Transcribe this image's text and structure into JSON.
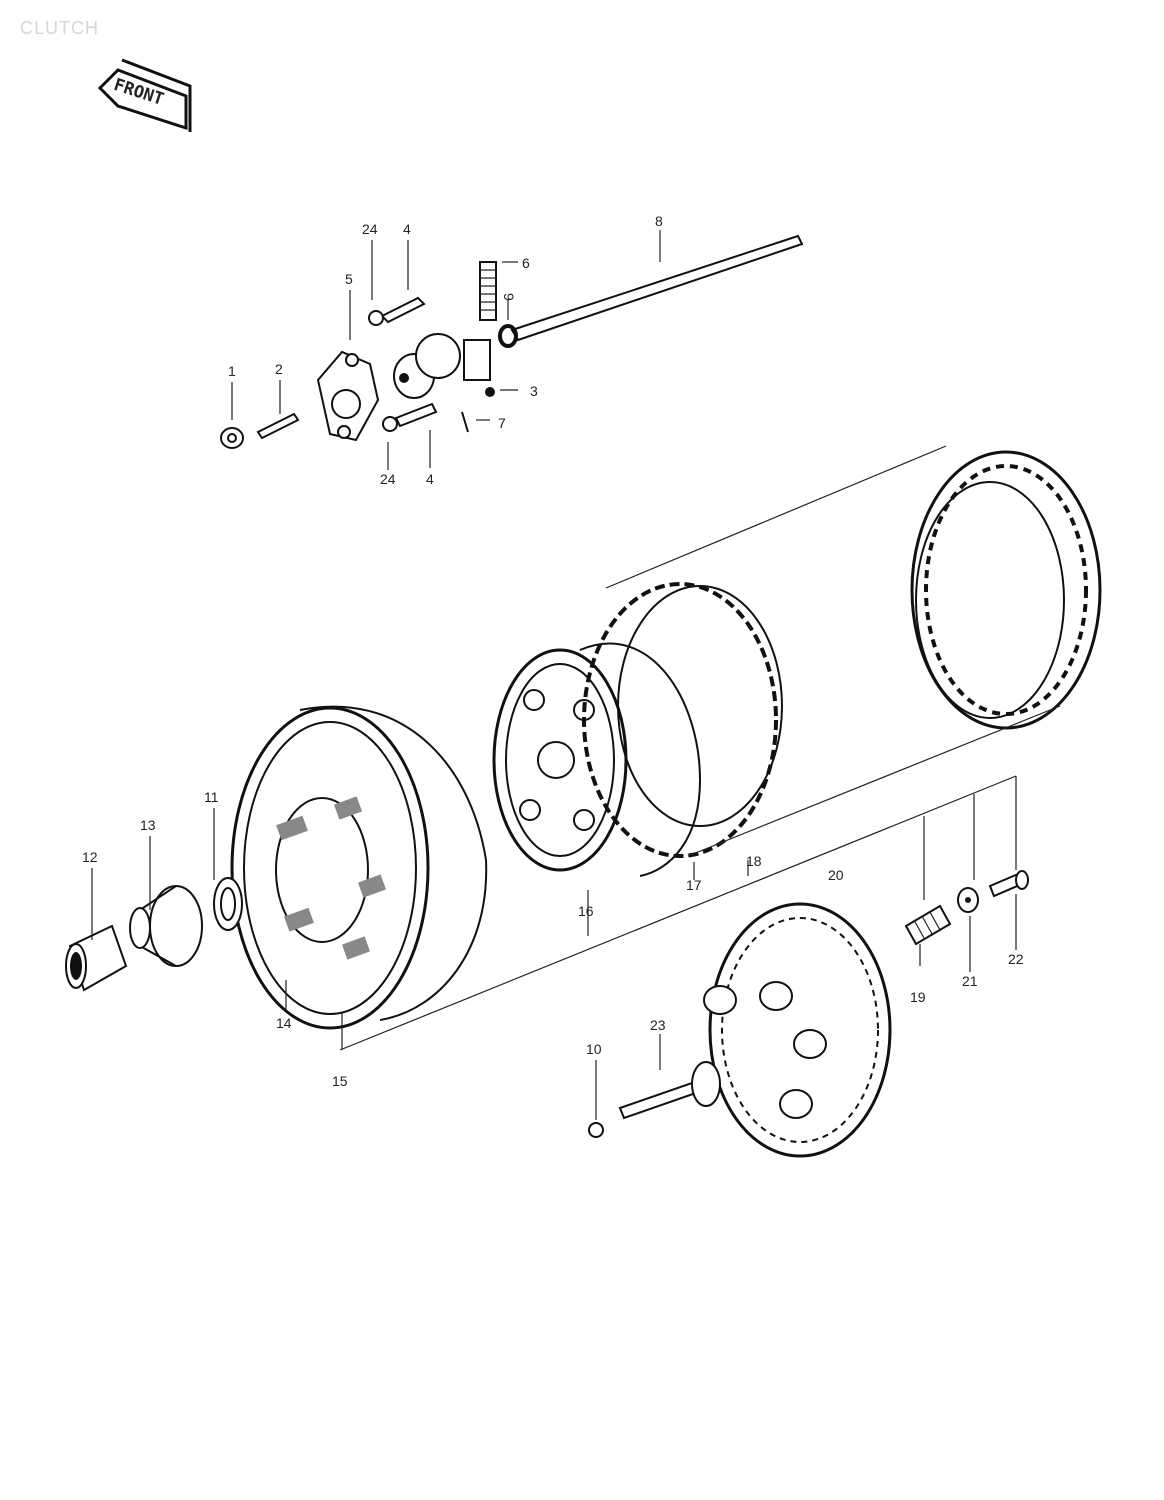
{
  "diagram": {
    "section_title": "CLUTCH",
    "front_tag": "FRONT",
    "callouts": [
      {
        "id": "c1",
        "text": "1"
      },
      {
        "id": "c2",
        "text": "2"
      },
      {
        "id": "c3",
        "text": "3"
      },
      {
        "id": "c4a",
        "text": "4"
      },
      {
        "id": "c4b",
        "text": "4"
      },
      {
        "id": "c5",
        "text": "5"
      },
      {
        "id": "c6",
        "text": "6"
      },
      {
        "id": "c7",
        "text": "7"
      },
      {
        "id": "c8",
        "text": "8"
      },
      {
        "id": "c9",
        "text": "9"
      },
      {
        "id": "c10",
        "text": "10"
      },
      {
        "id": "c11",
        "text": "11"
      },
      {
        "id": "c12",
        "text": "12"
      },
      {
        "id": "c13",
        "text": "13"
      },
      {
        "id": "c14",
        "text": "14"
      },
      {
        "id": "c15",
        "text": "15"
      },
      {
        "id": "c16",
        "text": "16"
      },
      {
        "id": "c17",
        "text": "17"
      },
      {
        "id": "c18",
        "text": "18"
      },
      {
        "id": "c19",
        "text": "19"
      },
      {
        "id": "c20",
        "text": "20"
      },
      {
        "id": "c21",
        "text": "21"
      },
      {
        "id": "c22",
        "text": "22"
      },
      {
        "id": "c23",
        "text": "23"
      },
      {
        "id": "c24a",
        "text": "24"
      },
      {
        "id": "c24b",
        "text": "24"
      }
    ]
  }
}
